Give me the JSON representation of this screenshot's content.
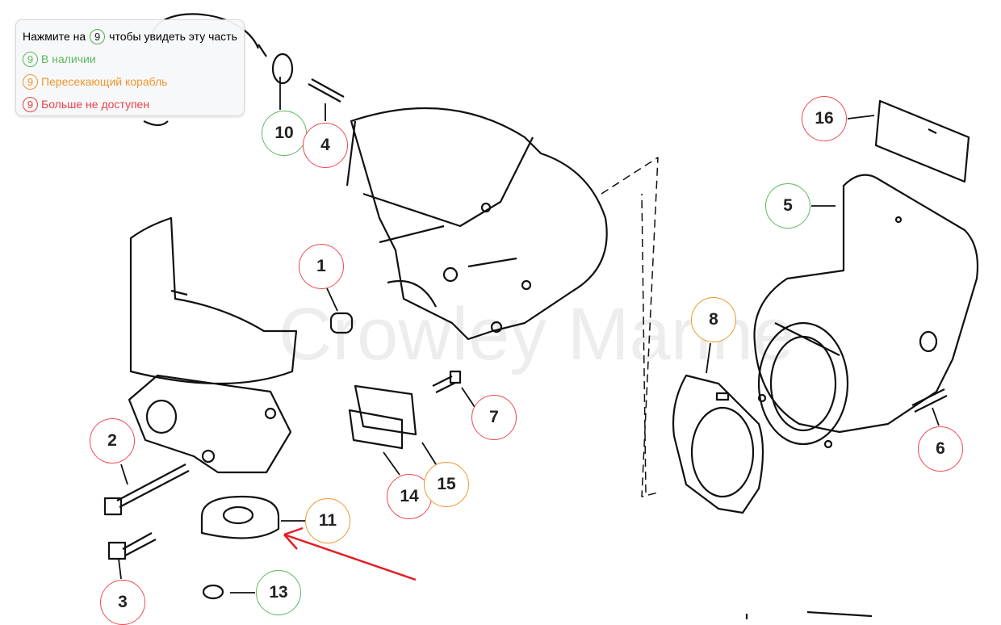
{
  "legend": {
    "prefix": "Нажмите на",
    "badge": "9",
    "suffix": "чтобы увидеть эту часть",
    "in_stock": "В наличии",
    "superseded": "Пересекающий корабль",
    "unavailable": "Больше не доступен"
  },
  "watermark": "Crowley Marine",
  "colors": {
    "in_stock": "#5cb85c",
    "superseded": "#f0962e",
    "unavailable": "#e8434b",
    "arrow": "#e31e24"
  },
  "callouts": [
    {
      "num": "10",
      "status": "in_stock"
    },
    {
      "num": "4",
      "status": "unavailable"
    },
    {
      "num": "16",
      "status": "unavailable"
    },
    {
      "num": "5",
      "status": "in_stock"
    },
    {
      "num": "1",
      "status": "unavailable"
    },
    {
      "num": "8",
      "status": "superseded"
    },
    {
      "num": "7",
      "status": "unavailable"
    },
    {
      "num": "2",
      "status": "unavailable"
    },
    {
      "num": "6",
      "status": "unavailable"
    },
    {
      "num": "14",
      "status": "unavailable"
    },
    {
      "num": "15",
      "status": "superseded"
    },
    {
      "num": "11",
      "status": "superseded"
    },
    {
      "num": "3",
      "status": "unavailable"
    },
    {
      "num": "13",
      "status": "in_stock"
    }
  ]
}
